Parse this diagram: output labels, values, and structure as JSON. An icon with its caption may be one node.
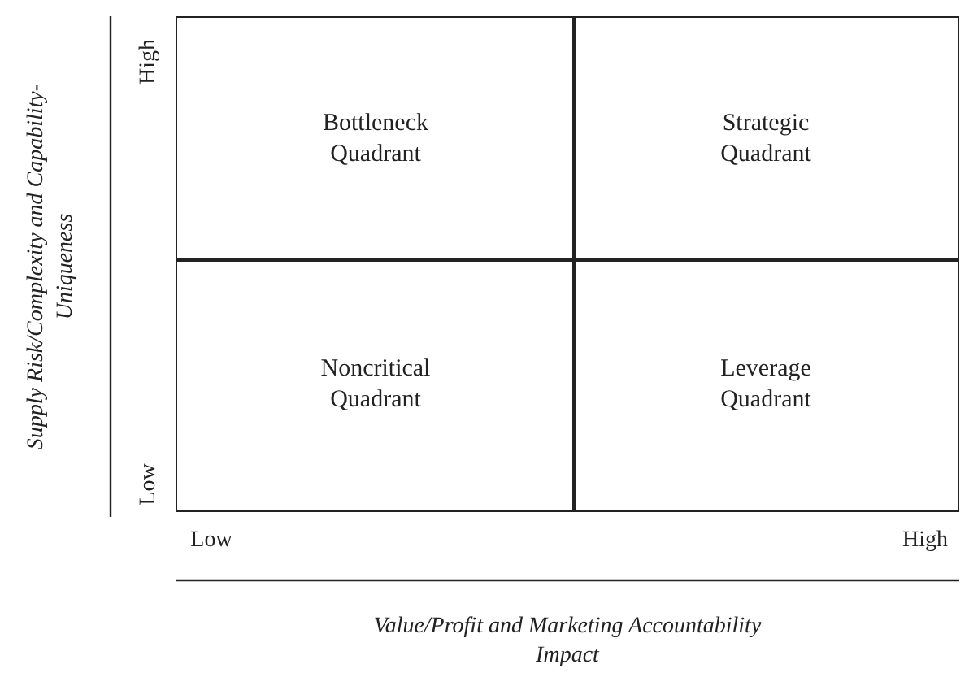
{
  "diagram": {
    "nodes": [
      {
        "text": [
          "Bottleneck Quadrant"
        ]
      },
      {
        "text": [
          "Strategic Quadrant"
        ]
      },
      {
        "text": [
          "Noncritical Quadrant"
        ]
      },
      {
        "text": [
          "Leverage Quadrant"
        ]
      }
    ],
    "labels": [
      "Supply Risk/Complexity and Capability-Uniqueness",
      "High",
      "Low",
      "Low",
      "High",
      "Value/Profit and Marketing Accountability Impact"
    ]
  }
}
